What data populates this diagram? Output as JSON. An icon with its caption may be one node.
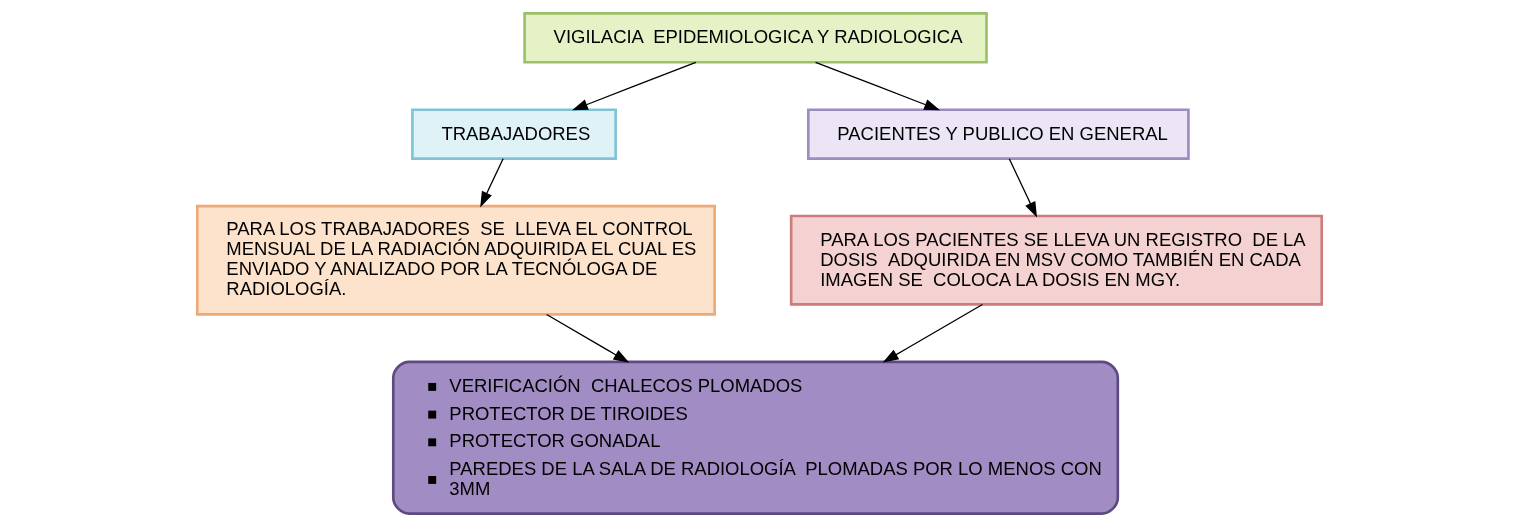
{
  "diagram": {
    "nodes": [
      {
        "text": [
          "VIGILACIA  EPIDEMIOLOGICA Y RADIOLOGICA"
        ]
      },
      {
        "text": [
          "TRABAJADORES"
        ]
      },
      {
        "text": [
          "PACIENTES Y PUBLICO EN GENERAL"
        ]
      },
      {
        "text": [
          "PARA LOS TRABAJADORES  SE  LLEVA EL CONTROL MENSUAL DE LA RADIACIÓN ADQUIRIDA EL CUAL ES ENVIADO Y ANALIZADO POR LA TECNÓLOGA DE RADIOLOGÍA."
        ]
      },
      {
        "text": [
          "PARA LOS PACIENTES SE LLEVA UN REGISTRO  DE LA DOSIS  ADQUIRIDA EN MSV COMO TAMBIÉN EN CADA IMAGEN SE  COLOCA LA DOSIS EN MGY."
        ]
      },
      {
        "text": [
          "VERIFICACIÓN  CHALECOS PLOMADOS",
          "PROTECTOR DE TIROIDES",
          "PROTECTOR GONADAL",
          "PAREDES DE LA SALA DE RADIOLOGÍA  PLOMADAS POR LO MENOS CON 3MM"
        ]
      }
    ],
    "edges": [
      {
        "from": 0,
        "to": 1,
        "arrow": "to"
      },
      {
        "from": 0,
        "to": 2,
        "arrow": "to"
      },
      {
        "from": 1,
        "to": 3,
        "arrow": "to"
      },
      {
        "from": 2,
        "to": 4,
        "arrow": "to"
      },
      {
        "from": 3,
        "to": 5,
        "arrow": "to"
      },
      {
        "from": 4,
        "to": 5,
        "arrow": "to"
      }
    ]
  }
}
